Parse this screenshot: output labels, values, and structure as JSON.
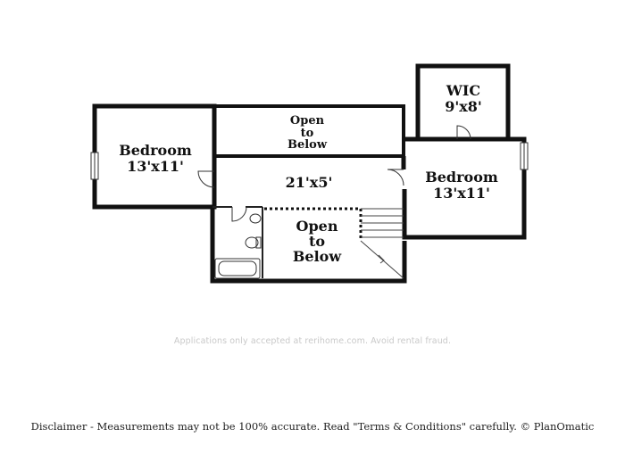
{
  "rooms": {
    "bedroom_left": {
      "name": "Bedroom",
      "dims": "13'x11'"
    },
    "open_top": {
      "line1": "Open",
      "line2": "to",
      "line3": "Below"
    },
    "hall": {
      "dims": "21'x5'"
    },
    "wic": {
      "name": "WIC",
      "dims": "9'x8'"
    },
    "bedroom_right": {
      "name": "Bedroom",
      "dims": "13'x11'"
    },
    "open_bottom": {
      "line1": "Open",
      "line2": "to",
      "line3": "Below"
    }
  },
  "watermark": "Applications only accepted at rerihome.com. Avoid rental fraud.",
  "disclaimer": "Disclaimer - Measurements may not be 100% accurate. Read \"Terms & Conditions\" carefully. © PlanOmatic",
  "colors": {
    "wall": "#111111",
    "line": "#333333",
    "watermark": "#c9c9c9"
  }
}
